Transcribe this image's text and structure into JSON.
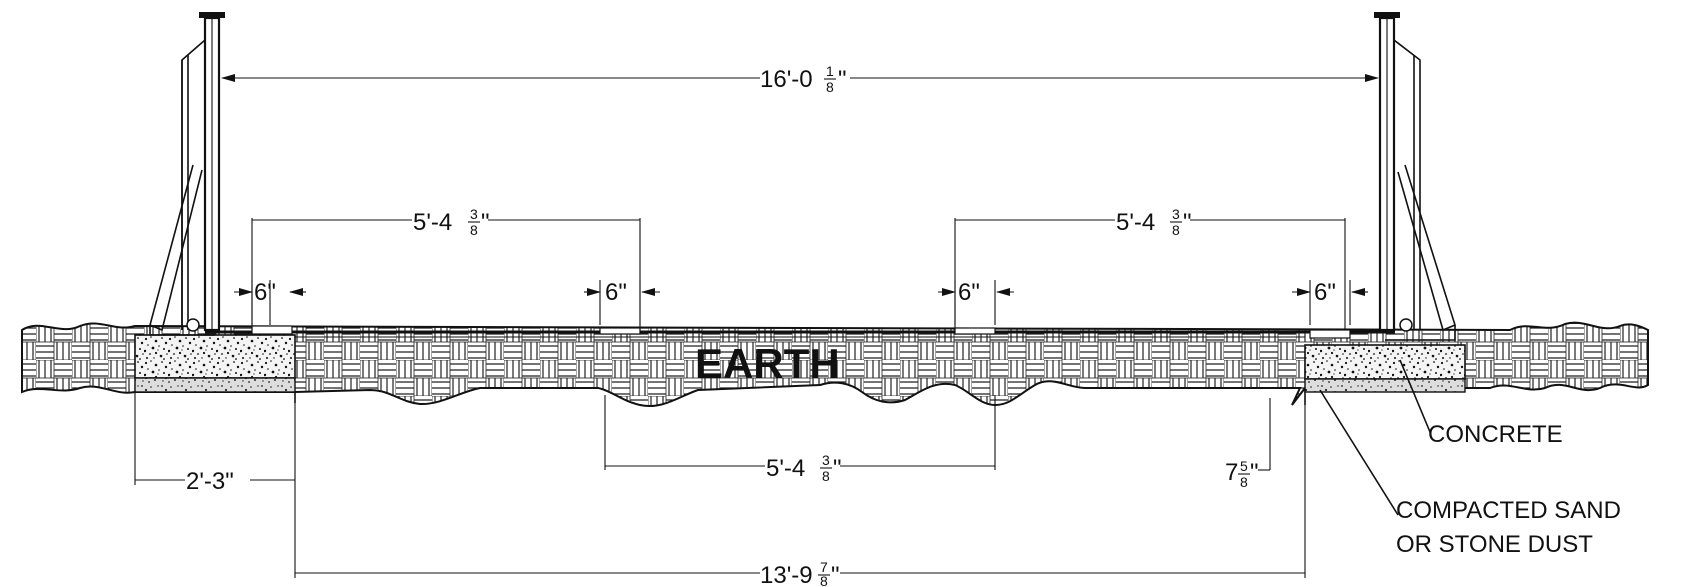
{
  "dimensions": {
    "overall_span": {
      "whole": "16'-0",
      "num": "1",
      "den": "8",
      "unit": "\""
    },
    "left_upper": {
      "whole": "5'-4",
      "num": "3",
      "den": "8",
      "unit": "\""
    },
    "right_upper": {
      "whole": "5'-4",
      "num": "3",
      "den": "8",
      "unit": "\""
    },
    "six_1": {
      "text": "6\""
    },
    "six_2": {
      "text": "6\""
    },
    "six_3": {
      "text": "6\""
    },
    "six_4": {
      "text": "6\""
    },
    "center_lower": {
      "whole": "5'-4",
      "num": "3",
      "den": "8",
      "unit": "\""
    },
    "depth": {
      "whole": "7",
      "num": "5",
      "den": "8",
      "unit": "\""
    },
    "footing_width": {
      "text": "2'-3\""
    },
    "bottom_span": {
      "whole": "13'-9",
      "num": "7",
      "den": "8",
      "unit": "\""
    }
  },
  "labels": {
    "earth": "EARTH",
    "concrete": "CONCRETE",
    "compacted_line1": "COMPACTED SAND",
    "compacted_line2": "OR STONE DUST"
  }
}
